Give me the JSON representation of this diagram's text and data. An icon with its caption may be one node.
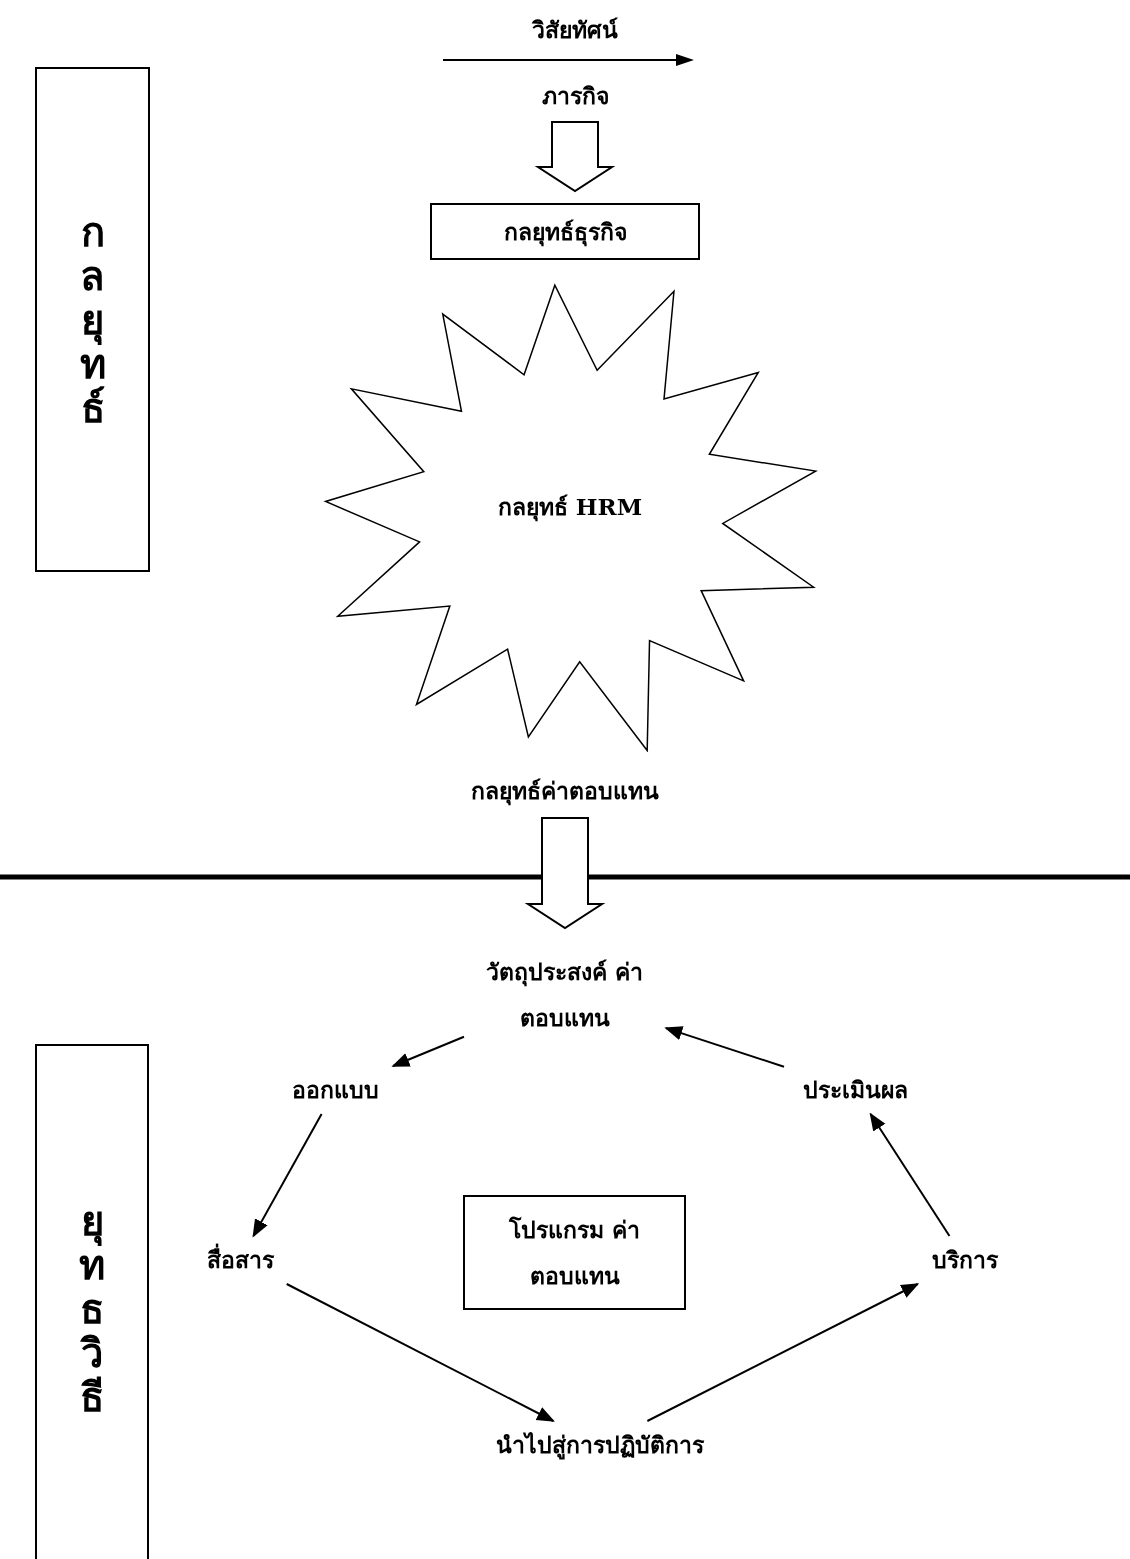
{
  "diagram": {
    "nodes": [
      {
        "text": [
          "กลยุทธ์"
        ]
      },
      {
        "text": [
          "ภารกิจ"
        ]
      },
      {
        "text": [
          "กลยุทธ์ธุรกิจ"
        ]
      },
      {
        "text": [
          "กลยุทธ์ HRM"
        ]
      },
      {
        "text": [
          "กลยุทธ์ค่าตอบแทน"
        ]
      },
      {
        "text": [
          "วัตถุประสงค์ ค่าตอบแทน"
        ]
      },
      {
        "text": [
          "ยุทธวิธี"
        ]
      },
      {
        "text": [
          "ออกแบบ"
        ]
      },
      {
        "text": [
          "ประเมินผล"
        ]
      },
      {
        "text": [
          "โปรแกรม ค่าตอบแทน"
        ]
      },
      {
        "text": [
          "สื่อสาร"
        ]
      },
      {
        "text": [
          "บริการ"
        ]
      },
      {
        "text": [
          "นำไปสู่การปฏิบัติการ"
        ]
      }
    ],
    "edges": [
      {
        "from": 1,
        "to": 2,
        "arrow": "to",
        "style": "thick"
      },
      {
        "from": 4,
        "to": 5,
        "arrow": "to",
        "style": "thick"
      },
      {
        "from": 5,
        "to": 7,
        "arrow": "to"
      },
      {
        "from": 7,
        "to": 10,
        "arrow": "to"
      },
      {
        "from": 10,
        "to": 12,
        "arrow": "to"
      },
      {
        "from": 12,
        "to": 11,
        "arrow": "to"
      },
      {
        "from": 11,
        "to": 8,
        "arrow": "to"
      },
      {
        "from": 8,
        "to": 5,
        "arrow": "to"
      }
    ],
    "labels": [
      "วิสัยทัศน์"
    ]
  }
}
